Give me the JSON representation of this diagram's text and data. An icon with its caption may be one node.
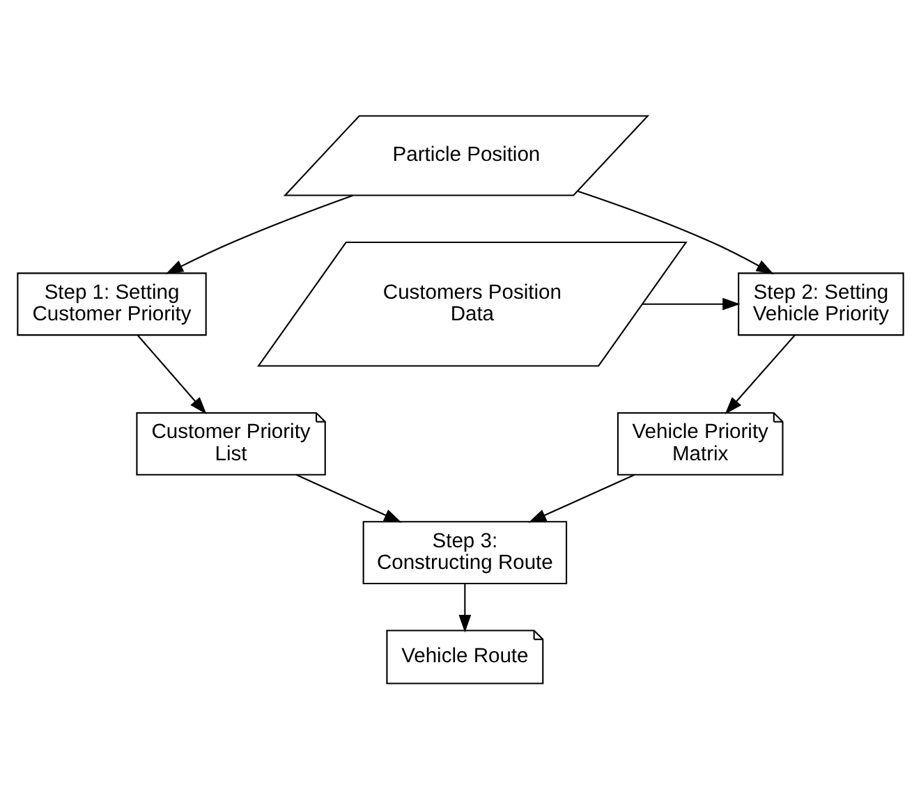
{
  "diagram": {
    "nodes": [
      {
        "text": [
          "Particle Position"
        ]
      },
      {
        "text": [
          "Step 1: Setting Customer Priority"
        ]
      },
      {
        "text": [
          "Customers Position Data"
        ]
      },
      {
        "text": [
          "Step 2: Setting Vehicle Priority"
        ]
      },
      {
        "text": [
          "Customer Priority List"
        ]
      },
      {
        "text": [
          "Vehicle Priority Matrix"
        ]
      },
      {
        "text": [
          "Step 3: Constructing Route"
        ]
      },
      {
        "text": [
          "Vehicle Route"
        ]
      }
    ],
    "edges": [
      {
        "from": 0,
        "to": 1,
        "arrow": "to"
      },
      {
        "from": 0,
        "to": 3,
        "arrow": "to"
      },
      {
        "from": 2,
        "to": 3,
        "arrow": "to"
      },
      {
        "from": 1,
        "to": 4,
        "arrow": "to"
      },
      {
        "from": 3,
        "to": 5,
        "arrow": "to"
      },
      {
        "from": 4,
        "to": 6,
        "arrow": "to"
      },
      {
        "from": 5,
        "to": 6,
        "arrow": "to"
      },
      {
        "from": 6,
        "to": 7,
        "arrow": "to"
      }
    ]
  }
}
